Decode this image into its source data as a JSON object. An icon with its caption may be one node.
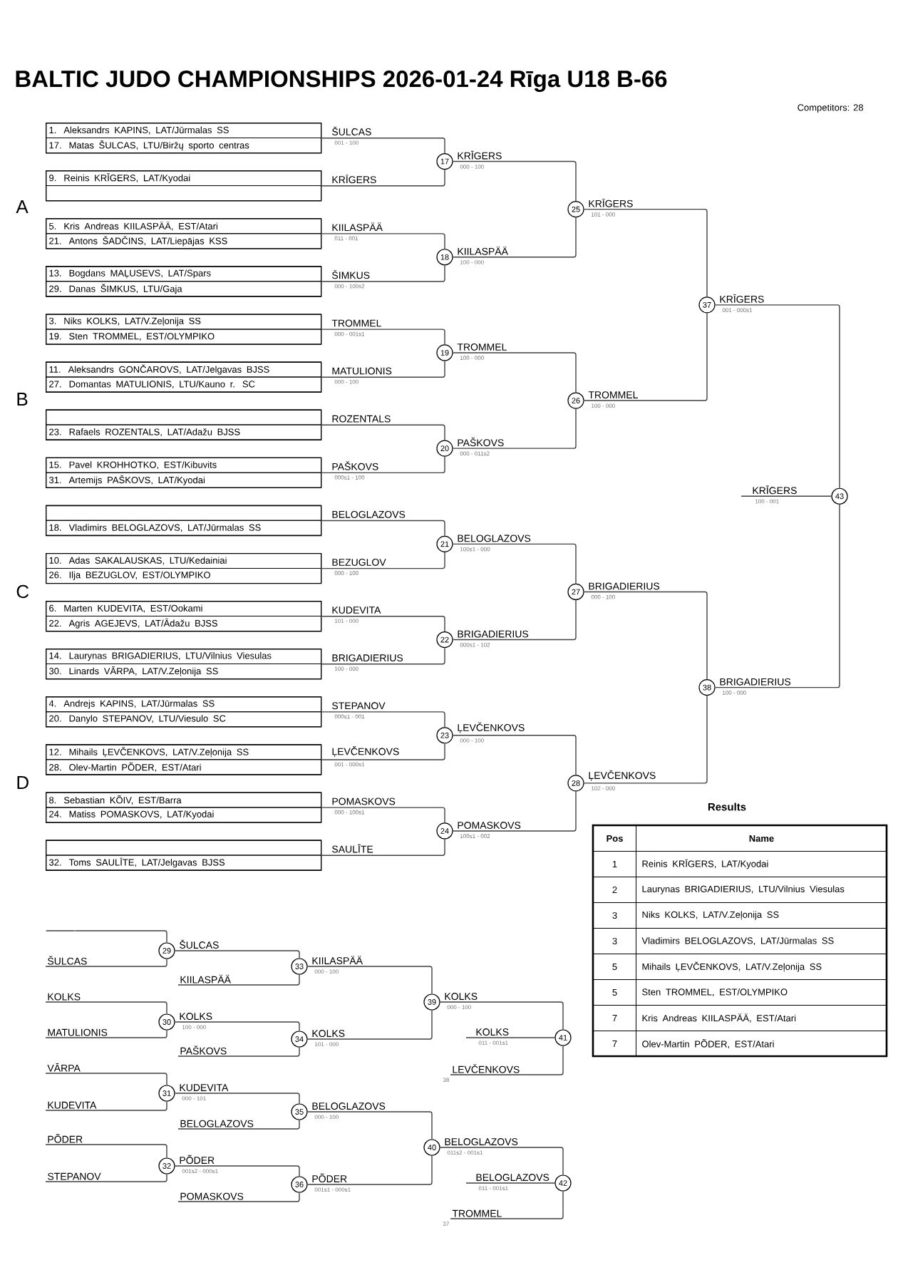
{
  "diagram": {
    "title": "BALTIC JUDO CHAMPIONSHIPS 2026-01-24 Rīga U18 B-66",
    "nodes": [
      {
        "text": [],
        "shape": "box",
        "beside": [
          "ŠULCAS",
          "001 - 100"
        ]
      },
      {
        "text": [
          "1. Aleksandrs KAPINS, LAT/Jūrmalas SS"
        ],
        "in": 0
      },
      {
        "text": [
          "17. Matas ŠULCAS, LTU/Biržų sporto centras"
        ],
        "in": 0
      },
      {
        "text": [],
        "shape": "box",
        "beside": [
          "KRĪGERS"
        ]
      },
      {
        "text": [
          "9. Reinis KRĪGERS, LAT/Kyodai"
        ],
        "in": 3
      },
      {
        "text": [],
        "shape": "box",
        "in": 3
      },
      {
        "text": [],
        "shape": "box",
        "beside": [
          "KIILASPÄÄ",
          "011 - 001"
        ]
      },
      {
        "text": [
          "5. Kris Andreas KIILASPÄÄ, EST/Atari"
        ],
        "in": 6
      },
      {
        "text": [
          "21. Antons ŠADČINS, LAT/Liepājas KSS"
        ],
        "in": 6
      },
      {
        "text": [],
        "shape": "box",
        "beside": [
          "ŠIMKUS",
          "000 - 100s2"
        ]
      },
      {
        "text": [
          "13. Bogdans MAĻUSEVS, LAT/Spars"
        ],
        "in": 9
      },
      {
        "text": [
          "29. Danas ŠIMKUS, LTU/Gaja"
        ],
        "in": 9
      },
      {
        "text": [],
        "shape": "box",
        "beside": [
          "TROMMEL",
          "000 - 001s1"
        ]
      },
      {
        "text": [
          "3. Niks KOLKS, LAT/V.Zeļonija SS"
        ],
        "in": 12
      },
      {
        "text": [
          "19. Sten TROMMEL, EST/OLYMPIKO"
        ],
        "in": 12
      },
      {
        "text": [],
        "shape": "box",
        "beside": [
          "MATULIONIS",
          "000 - 100"
        ]
      },
      {
        "text": [
          "11. Aleksandrs GONČAROVS, LAT/Jelgavas BJSS"
        ],
        "in": 15
      },
      {
        "text": [
          "27. Domantas MATULIONIS, LTU/Kauno r. SC"
        ],
        "in": 15
      },
      {
        "text": [],
        "shape": "box",
        "beside": [
          "ROZENTALS"
        ]
      },
      {
        "text": [],
        "shape": "box",
        "in": 18
      },
      {
        "text": [
          "23. Rafaels ROZENTALS, LAT/Adažu BJSS"
        ],
        "in": 18
      },
      {
        "text": [],
        "shape": "box",
        "beside": [
          "PAŠKOVS",
          "000s1 - 100"
        ]
      },
      {
        "text": [
          "15. Pavel KROHHOTKO, EST/Kibuvits"
        ],
        "in": 21
      },
      {
        "text": [
          "31. Artemijs PAŠKOVS, LAT/Kyodai"
        ],
        "in": 21
      },
      {
        "text": [],
        "shape": "box",
        "beside": [
          "BELOGLAZOVS"
        ]
      },
      {
        "text": [],
        "shape": "box",
        "in": 24
      },
      {
        "text": [
          "18. Vladimirs BELOGLAZOVS, LAT/Jūrmalas SS"
        ],
        "in": 24
      },
      {
        "text": [],
        "shape": "box",
        "beside": [
          "BEZUGLOV",
          "000 - 100"
        ]
      },
      {
        "text": [
          "10. Adas SAKALAUSKAS, LTU/Kedainiai"
        ],
        "in": 27
      },
      {
        "text": [
          "26. Ilja BEZUGLOV, EST/OLYMPIKO"
        ],
        "in": 27
      },
      {
        "text": [],
        "shape": "box",
        "beside": [
          "KUDEVITA",
          "101 - 000"
        ]
      },
      {
        "text": [
          "6. Marten KUDEVITA, EST/Ookami"
        ],
        "in": 30
      },
      {
        "text": [
          "22. Agris AGEJEVS, LAT/Ādažu BJSS"
        ],
        "in": 30
      },
      {
        "text": [],
        "shape": "box",
        "beside": [
          "BRIGADIERIUS",
          "100 - 000"
        ]
      },
      {
        "text": [
          "14. Laurynas BRIGADIERIUS, LTU/Vilnius Viesulas"
        ],
        "in": 33
      },
      {
        "text": [
          "30. Linards VĀRPA, LAT/V.Zeļonija SS"
        ],
        "in": 33
      },
      {
        "text": [],
        "shape": "box",
        "beside": [
          "STEPANOV",
          "000s1 - 001"
        ]
      },
      {
        "text": [
          "4. Andrejs KAPINS, LAT/Jūrmalas SS"
        ],
        "in": 36
      },
      {
        "text": [
          "20. Danylo STEPANOV, LTU/Viesulo SC"
        ],
        "in": 36
      },
      {
        "text": [],
        "shape": "box",
        "beside": [
          "ĻEVČENKOVS",
          "001 - 000s1"
        ]
      },
      {
        "text": [
          "12. Mihails ĻEVČENKOVS, LAT/V.Zeļonija SS"
        ],
        "in": 39
      },
      {
        "text": [
          "28. Olev-Martin PÕDER, EST/Atari"
        ],
        "in": 39
      },
      {
        "text": [],
        "shape": "box",
        "beside": [
          "POMASKOVS",
          "000 - 100s1"
        ]
      },
      {
        "text": [
          "8. Sebastian KÕIV, EST/Barra"
        ],
        "in": 42
      },
      {
        "text": [
          "24. Matiss POMASKOVS, LAT/Kyodai"
        ],
        "in": 42
      },
      {
        "text": [],
        "shape": "box",
        "beside": [
          "SAULĪTE"
        ]
      },
      {
        "text": [],
        "shape": "box",
        "in": 45
      },
      {
        "text": [
          "32. Toms SAULĪTE, LAT/Jelgavas BJSS"
        ],
        "in": 45
      },
      {
        "text": [
          "17"
        ],
        "beside": [
          "KRĪGERS",
          "000 - 100"
        ]
      },
      {
        "text": [
          "18"
        ],
        "beside": [
          "KIILASPÄÄ",
          "100 - 000"
        ]
      },
      {
        "text": [
          "19"
        ],
        "beside": [
          "TROMMEL",
          "100 - 000"
        ]
      },
      {
        "text": [
          "20"
        ],
        "beside": [
          "PAŠKOVS",
          "000 - 011s2"
        ]
      },
      {
        "text": [
          "21"
        ],
        "beside": [
          "BELOGLAZOVS",
          "100s1 - 000"
        ]
      },
      {
        "text": [
          "22"
        ],
        "beside": [
          "BRIGADIERIUS",
          "000s1 - 102"
        ]
      },
      {
        "text": [
          "23"
        ],
        "beside": [
          "ĻEVČENKOVS",
          "000 - 100"
        ]
      },
      {
        "text": [
          "24"
        ],
        "beside": [
          "POMASKOVS",
          "100s1 - 002"
        ]
      },
      {
        "text": [
          "25"
        ],
        "beside": [
          "KRĪGERS",
          "101 - 000"
        ]
      },
      {
        "text": [
          "26"
        ],
        "beside": [
          "TROMMEL",
          "100 - 000"
        ]
      },
      {
        "text": [
          "27"
        ],
        "beside": [
          "BRIGADIERIUS",
          "000 - 100"
        ]
      },
      {
        "text": [
          "28"
        ],
        "beside": [
          "ĻEVČENKOVS",
          "102 - 000"
        ]
      },
      {
        "text": [
          "37"
        ],
        "beside": [
          "KRĪGERS",
          "001 - 000s1"
        ]
      },
      {
        "text": [
          "38"
        ],
        "beside": [
          "BRIGADIERIUS",
          "100 - 000"
        ]
      },
      {
        "text": [
          "43"
        ],
        "beside": [
          "KRĪGERS",
          "100 - 001"
        ]
      },
      {
        "text": [],
        "shape": "line"
      },
      {
        "text": [
          "ŠULCAS"
        ]
      },
      {
        "text": [
          "KOLKS"
        ]
      },
      {
        "text": [
          "MATULIONIS"
        ]
      },
      {
        "text": [
          "VĀRPA"
        ]
      },
      {
        "text": [
          "KUDEVITA"
        ]
      },
      {
        "text": [
          "PÕDER"
        ]
      },
      {
        "text": [
          "STEPANOV"
        ]
      },
      {
        "text": [
          "29"
        ],
        "beside": [
          "ŠULCAS"
        ]
      },
      {
        "text": [
          "30"
        ],
        "beside": [
          "KOLKS",
          "100 - 000"
        ]
      },
      {
        "text": [
          "31"
        ],
        "beside": [
          "KUDEVITA",
          "000 - 101"
        ]
      },
      {
        "text": [
          "32"
        ],
        "beside": [
          "PÕDER",
          "001s2 - 000s1"
        ]
      },
      {
        "text": [
          "KIILASPÄÄ"
        ]
      },
      {
        "text": [
          "PAŠKOVS"
        ]
      },
      {
        "text": [
          "BELOGLAZOVS"
        ]
      },
      {
        "text": [
          "POMASKOVS"
        ]
      },
      {
        "text": [
          "33"
        ],
        "beside": [
          "KIILASPÄÄ",
          "000 - 100"
        ]
      },
      {
        "text": [
          "34"
        ],
        "beside": [
          "KOLKS",
          "101 - 000"
        ]
      },
      {
        "text": [
          "35"
        ],
        "beside": [
          "BELOGLAZOVS",
          "000 - 100"
        ]
      },
      {
        "text": [
          "36"
        ],
        "beside": [
          "PÕDER",
          "001s1 - 000s1"
        ]
      },
      {
        "text": [
          "39"
        ],
        "beside": [
          "KOLKS",
          "000 - 100"
        ]
      },
      {
        "text": [
          "40"
        ],
        "beside": [
          "BELOGLAZOVS",
          "011s2 - 001s1"
        ]
      },
      {
        "text": [
          "LEVČENKOVS"
        ],
        "beside": [
          "38"
        ]
      },
      {
        "text": [
          "TROMMEL"
        ],
        "beside": [
          "37"
        ]
      },
      {
        "text": [
          "41"
        ],
        "beside": [
          "KOLKS",
          "011 - 001s1"
        ]
      },
      {
        "text": [
          "42"
        ],
        "beside": [
          "BELOGLAZOVS",
          "011 - 001s1"
        ]
      }
    ],
    "edges": [
      {
        "from": 0,
        "to": 48,
        "arrow": "none"
      },
      {
        "from": 3,
        "to": 48,
        "arrow": "none"
      },
      {
        "from": 6,
        "to": 49,
        "arrow": "none"
      },
      {
        "from": 9,
        "to": 49,
        "arrow": "none"
      },
      {
        "from": 12,
        "to": 50,
        "arrow": "none"
      },
      {
        "from": 15,
        "to": 50,
        "arrow": "none"
      },
      {
        "from": 18,
        "to": 51,
        "arrow": "none"
      },
      {
        "from": 21,
        "to": 51,
        "arrow": "none"
      },
      {
        "from": 24,
        "to": 52,
        "arrow": "none"
      },
      {
        "from": 27,
        "to": 52,
        "arrow": "none"
      },
      {
        "from": 30,
        "to": 53,
        "arrow": "none"
      },
      {
        "from": 33,
        "to": 53,
        "arrow": "none"
      },
      {
        "from": 36,
        "to": 54,
        "arrow": "none"
      },
      {
        "from": 39,
        "to": 54,
        "arrow": "none"
      },
      {
        "from": 42,
        "to": 55,
        "arrow": "none"
      },
      {
        "from": 45,
        "to": 55,
        "arrow": "none"
      },
      {
        "from": 48,
        "to": 56,
        "arrow": "none"
      },
      {
        "from": 49,
        "to": 56,
        "arrow": "none"
      },
      {
        "from": 50,
        "to": 57,
        "arrow": "none"
      },
      {
        "from": 51,
        "to": 57,
        "arrow": "none"
      },
      {
        "from": 52,
        "to": 58,
        "arrow": "none"
      },
      {
        "from": 53,
        "to": 58,
        "arrow": "none"
      },
      {
        "from": 54,
        "to": 59,
        "arrow": "none"
      },
      {
        "from": 55,
        "to": 59,
        "arrow": "none"
      },
      {
        "from": 56,
        "to": 60,
        "arrow": "none"
      },
      {
        "from": 57,
        "to": 60,
        "arrow": "none"
      },
      {
        "from": 58,
        "to": 61,
        "arrow": "none"
      },
      {
        "from": 59,
        "to": 61,
        "arrow": "none"
      },
      {
        "from": 60,
        "to": 62,
        "arrow": "none"
      },
      {
        "from": 61,
        "to": 62,
        "arrow": "none"
      },
      {
        "from": 62,
        "to": null,
        "arrow": "none"
      },
      {
        "from": 63,
        "to": 71,
        "arrow": "none"
      },
      {
        "from": 64,
        "to": 71,
        "arrow": "none"
      },
      {
        "from": 65,
        "to": 72,
        "arrow": "none"
      },
      {
        "from": 66,
        "to": 72,
        "arrow": "none"
      },
      {
        "from": 67,
        "to": 73,
        "arrow": "none"
      },
      {
        "from": 68,
        "to": 73,
        "arrow": "none"
      },
      {
        "from": 69,
        "to": 74,
        "arrow": "none"
      },
      {
        "from": 70,
        "to": 74,
        "arrow": "none"
      },
      {
        "from": 71,
        "to": 79,
        "arrow": "none"
      },
      {
        "from": 75,
        "to": 79,
        "arrow": "none"
      },
      {
        "from": 72,
        "to": 80,
        "arrow": "none"
      },
      {
        "from": 76,
        "to": 80,
        "arrow": "none"
      },
      {
        "from": 73,
        "to": 81,
        "arrow": "none"
      },
      {
        "from": 77,
        "to": 81,
        "arrow": "none"
      },
      {
        "from": 74,
        "to": 82,
        "arrow": "none"
      },
      {
        "from": 78,
        "to": 82,
        "arrow": "none"
      },
      {
        "from": 79,
        "to": 83,
        "arrow": "none"
      },
      {
        "from": 80,
        "to": 83,
        "arrow": "none"
      },
      {
        "from": 81,
        "to": 84,
        "arrow": "none"
      },
      {
        "from": 82,
        "to": 84,
        "arrow": "none"
      },
      {
        "from": 83,
        "to": 87,
        "arrow": "none"
      },
      {
        "from": 85,
        "to": 87,
        "arrow": "none"
      },
      {
        "from": 84,
        "to": 88,
        "arrow": "none"
      },
      {
        "from": 86,
        "to": 88,
        "arrow": "none"
      },
      {
        "from": 87,
        "to": null,
        "arrow": "none"
      },
      {
        "from": 88,
        "to": null,
        "arrow": "none"
      }
    ],
    "labels": [
      "Competitors: 28",
      "A",
      "B",
      "C",
      "D",
      "Results",
      "Pos",
      "Name",
      "1",
      "Reinis KRĪGERS, LAT/Kyodai",
      "2",
      "Laurynas BRIGADIERIUS, LTU/Vilnius Viesulas",
      "3",
      "Niks KOLKS, LAT/V.Zeļonija SS",
      "3",
      "Vladimirs BELOGLAZOVS, LAT/Jūrmalas SS",
      "5",
      "Mihails ĻEVČENKOVS, LAT/V.Zeļonija SS",
      "5",
      "Sten TROMMEL, EST/OLYMPIKO",
      "7",
      "Kris Andreas KIILASPÄÄ, EST/Atari",
      "7",
      "Olev-Martin PÕDER, EST/Atari"
    ]
  }
}
